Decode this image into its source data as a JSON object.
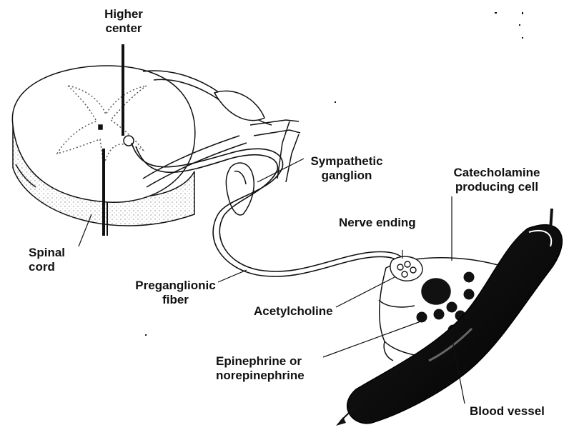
{
  "labels": {
    "higher_center": [
      "Higher",
      "center"
    ],
    "spinal_cord": [
      "Spinal",
      "cord"
    ],
    "preganglionic_fiber": [
      "Preganglionic",
      "fiber"
    ],
    "sympathetic_ganglion": [
      "Sympathetic",
      "ganglion"
    ],
    "catecholamine_cell": [
      "Catecholamine",
      "producing cell"
    ],
    "nerve_ending": "Nerve ending",
    "acetylcholine": "Acetylcholine",
    "epinephrine": [
      "Epinephrine or",
      "norepinephrine"
    ],
    "blood_vessel": "Blood vessel"
  },
  "colors": {
    "ink": "#111111",
    "paper": "#ffffff",
    "vessel": "#1a1a1a",
    "cord_side": "#222222"
  }
}
